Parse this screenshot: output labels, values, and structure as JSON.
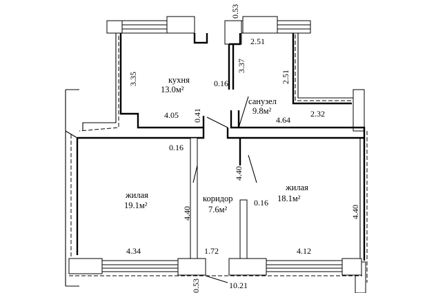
{
  "rooms": {
    "kitchen": {
      "name": "кухня",
      "area": "13.0м²"
    },
    "bathroom": {
      "name": "санузел",
      "area": "9.8м²"
    },
    "living_left": {
      "name": "жилая",
      "area": "19.1м²"
    },
    "corridor": {
      "name": "коридор",
      "area": "7.6м²"
    },
    "living_right": {
      "name": "жилая",
      "area": "18.1м²"
    }
  },
  "dimensions": {
    "top_wall": "0.53",
    "kitchen_left": "3.35",
    "kitchen_right": "3.37",
    "kitchen_partition": "0.16",
    "bath_top": "2.51",
    "bath_right": "2.51",
    "kitchen_width": "4.05",
    "door_wall": "0.41",
    "bath_width": "4.64",
    "bath_side": "2.32",
    "corr_partition_top": "0.16",
    "corr_left_wall": "4.40",
    "corr_right_wall": "4.40",
    "corr_partition_right": "0.16",
    "right_room_height": "4.40",
    "left_room_width": "4.34",
    "corridor_width": "1.72",
    "right_room_width": "4.12",
    "bottom_wall": "0.53",
    "total_width": "10.21"
  }
}
